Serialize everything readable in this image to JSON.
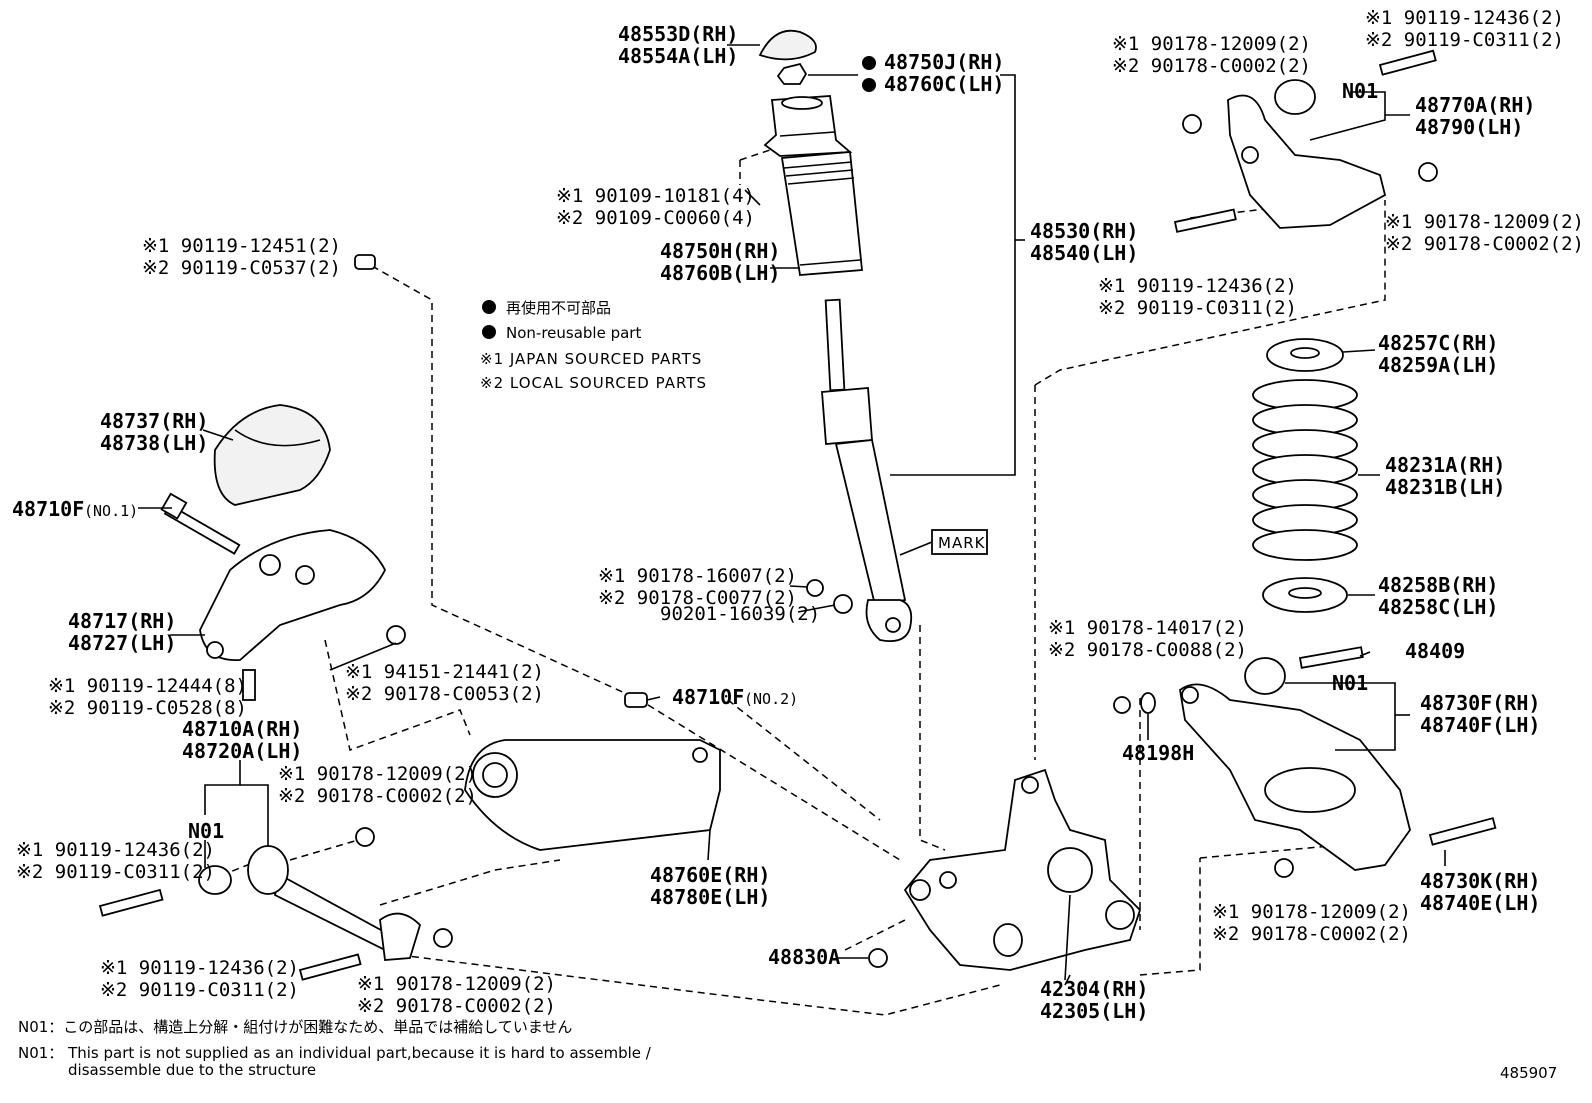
{
  "legend": {
    "nonreusable_jp": "再使用不可部品",
    "nonreusable_en": "Non-reusable part",
    "japan": "※1 JAPAN SOURCED PARTS",
    "local": "※2 LOCAL SOURCED PARTS"
  },
  "notes": {
    "n01_jp": "N01：この部品は、構造上分解・組付けが困難なため、単品では補給していません",
    "n01_en_1": "N01： This part is not supplied as an individual part,because it is hard to assemble /",
    "n01_en_2": "disassemble due to the structure"
  },
  "figure_number": "485907",
  "mark_label": "MARK",
  "n01": "N01",
  "labels": {
    "cap_rh": "48553D(RH)",
    "cap_lh": "48554A(LH)",
    "nut_rh": "48750J(RH)",
    "nut_lh": "48760C(LH)",
    "b10181": "※1 90109-10181(4)",
    "bc0060": "※2 90109-C0060(4)",
    "boot_rh": "48750H(RH)",
    "boot_lh": "48760B(LH)",
    "shock_rh": "48530(RH)",
    "shock_lh": "48540(LH)",
    "b12451": "※1 90119-12451(2)",
    "bc0537": "※2 90119-C0537(2)",
    "tr_b12436": "※1 90119-12436(2)",
    "tr_bc0311": "※2 90119-C0311(2)",
    "tr_n12009": "※1 90178-12009(2)",
    "tr_nc0002": "※2 90178-C0002(2)",
    "uarm_rh": "48770A(RH)",
    "uarm_lh": "48790(LH)",
    "ur_n12009": "※1 90178-12009(2)",
    "ur_nc0002": "※2 90178-C0002(2)",
    "um_b12436": "※1 90119-12436(2)",
    "um_bc0311": "※2 90119-C0311(2)",
    "seat_rh": "48257C(RH)",
    "seat_lh": "48259A(LH)",
    "spring_rh": "48231A(RH)",
    "spring_lh": "48231B(LH)",
    "lseat_rh": "48258B(RH)",
    "lseat_lh": "48258C(LH)",
    "cover_rh": "48737(RH)",
    "cover_lh": "48738(LH)",
    "bolt_no1": "48710F",
    "no1": "(NO.1)",
    "mbr_rh": "48717(RH)",
    "mbr_lh": "48727(LH)",
    "n16007": "※1 90178-16007(2)",
    "nc0077": "※2 90178-C0077(2)",
    "w16039": "90201-16039(2)",
    "n14017": "※1 90178-14017(2)",
    "nc0088": "※2 90178-C0088(2)",
    "b48409": "48409",
    "larm_rh": "48730F(RH)",
    "larm_lh": "48740F(LH)",
    "w48198": "48198H",
    "n21441": "※1 94151-21441(2)",
    "nc0053": "※2 90178-C0053(2)",
    "b12444": "※1 90119-12444(8)",
    "bc0528": "※2 90119-C0528(8)",
    "bolt_no2": "48710F",
    "no2": "(NO.2)",
    "lat_rh": "48710A(RH)",
    "lat_lh": "48720A(LH)",
    "l_n12009": "※1 90178-12009(2)",
    "l_nc0002": "※2 90178-C0002(2)",
    "l_b12436": "※1 90119-12436(2)",
    "l_bc0311": "※2 90119-C0311(2)",
    "trail_rh": "48760E(RH)",
    "trail_lh": "48780E(LH)",
    "bl_b12436": "※1 90119-12436(2)",
    "bl_bc0311": "※2 90119-C0311(2)",
    "bl_n12009": "※1 90178-12009(2)",
    "bl_nc0002": "※2 90178-C0002(2)",
    "bolt830": "48830A",
    "knuckle_rh": "42304(RH)",
    "knuckle_lh": "42305(LH)",
    "br_n12009": "※1 90178-12009(2)",
    "br_nc0002": "※2 90178-C0002(2)",
    "lbolt_rh": "48730K(RH)",
    "lbolt_lh": "48740E(LH)"
  }
}
